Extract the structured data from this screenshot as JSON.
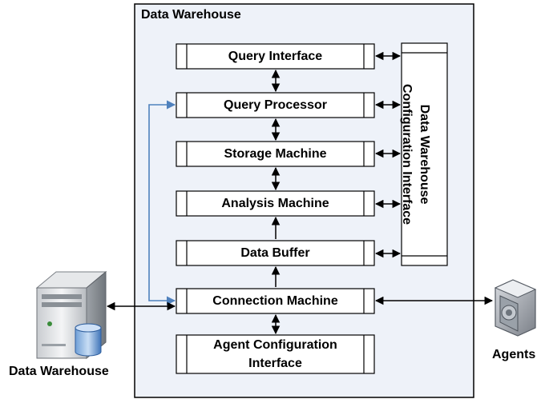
{
  "warehouse": {
    "title": "Data Warehouse"
  },
  "modules": {
    "query_interface": "Query Interface",
    "query_processor": "Query Processor",
    "storage_machine": "Storage Machine",
    "analysis_machine": "Analysis Machine",
    "data_buffer": "Data Buffer",
    "connection_machine": "Connection Machine",
    "agent_config_line1": "Agent Configuration",
    "agent_config_line2": "Interface"
  },
  "config_interface": {
    "line1": "Data Warehouse",
    "line2": "Configuration Interface"
  },
  "external": {
    "server_label": "Data Warehouse",
    "agents_label": "Agents"
  },
  "colors": {
    "container_fill": "#eef2f9",
    "box_fill": "#ffffff",
    "stroke": "#000000",
    "feedback_arrow": "#4f81bd"
  },
  "icons": {
    "server": "server-tower-icon",
    "agents": "agent-device-icon"
  }
}
